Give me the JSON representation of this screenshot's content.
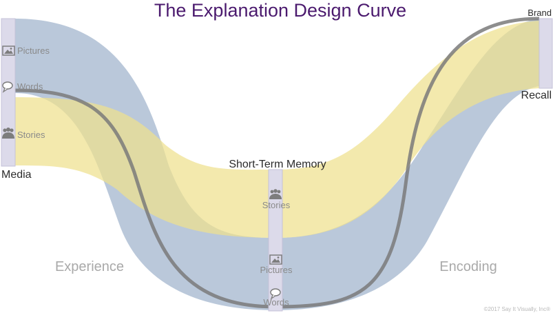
{
  "title": "The Explanation Design Curve",
  "nodes": {
    "media": {
      "label": "Media",
      "items": [
        "Pictures",
        "Words",
        "Stories"
      ]
    },
    "short_term_memory": {
      "label": "Short-Term Memory",
      "items": [
        "Stories",
        "Pictures",
        "Words"
      ]
    },
    "recall": {
      "label": "Recall",
      "top_label": "Brand"
    }
  },
  "phases": [
    "Experience",
    "Encoding"
  ],
  "icons": {
    "pictures": "image-icon",
    "words": "speech-bubble-icon",
    "stories": "people-icon"
  },
  "colors": {
    "title": "#4b1a6e",
    "pictures_band": "#9fb3cc",
    "stories_band": "#efe08e",
    "words_line": "#7a7a7a",
    "node_bar": "#dcdaea"
  },
  "copyright": "©2017 Say It Visually, Inc®"
}
